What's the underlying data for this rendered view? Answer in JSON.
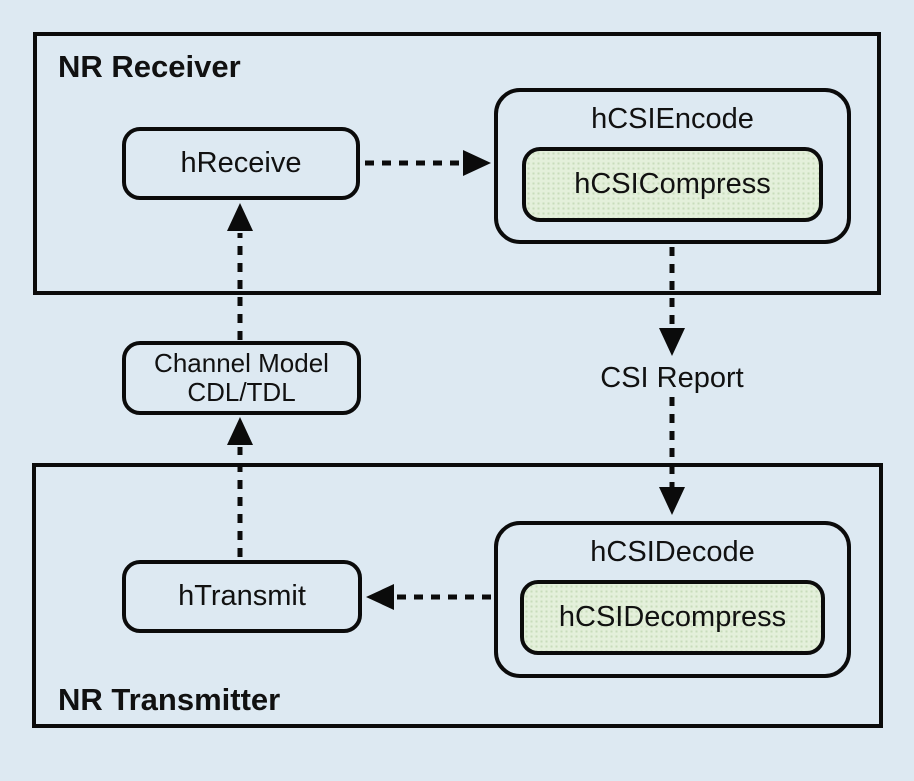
{
  "diagram": {
    "colors": {
      "background": "#dde9f2",
      "line": "#0b0b0b",
      "highlight_fill": "#e4f0db"
    },
    "receiver": {
      "title": "NR Receiver",
      "receive_block": "hReceive",
      "encode_block": "hCSIEncode",
      "compress_block": "hCSICompress"
    },
    "channel": {
      "line1": "Channel Model",
      "line2": "CDL/TDL"
    },
    "report_label": "CSI Report",
    "transmitter": {
      "title": "NR Transmitter",
      "transmit_block": "hTransmit",
      "decode_block": "hCSIDecode",
      "decompress_block": "hCSIDecompress"
    }
  }
}
